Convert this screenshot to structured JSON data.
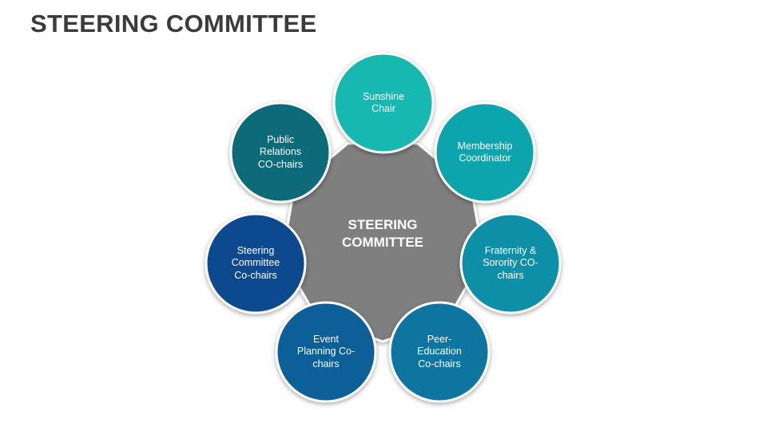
{
  "title": "STEERING COMMITTEE",
  "center": {
    "label": "STEERING\nCOMMITTEE",
    "color": "#7f7f7f"
  },
  "nodes": [
    {
      "label": "Sunshine\nChair",
      "color": "#13b8b0"
    },
    {
      "label": "Membership\nCoordinator",
      "color": "#10a5ad"
    },
    {
      "label": "Fraternity &\nSorority CO-\nchairs",
      "color": "#108fa8"
    },
    {
      "label": "Peer-\nEducation\nCo-chairs",
      "color": "#0f74a0"
    },
    {
      "label": "Event\nPlanning Co-\nchairs",
      "color": "#0d5f98"
    },
    {
      "label": "Steering\nCommittee\nCo-chairs",
      "color": "#0b4a8e"
    },
    {
      "label": "Public\nRelations\nCO-chairs",
      "color": "#0e6a78"
    }
  ]
}
